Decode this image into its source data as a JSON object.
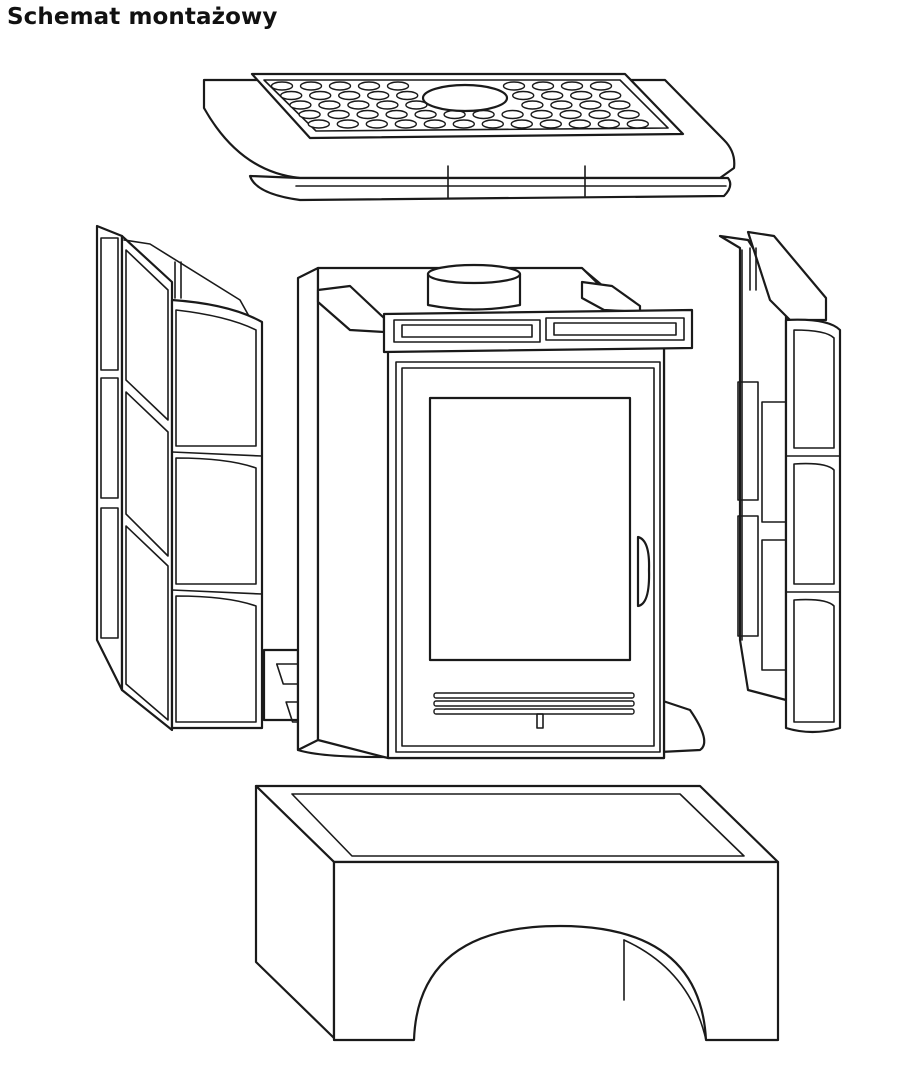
{
  "title": "Schemat montażowy",
  "colors": {
    "line": "#1a1a1a",
    "background": "#ffffff",
    "title": "#111111"
  },
  "parts": [
    "top-grille-plate",
    "left-tile-panel",
    "stove-body",
    "right-tile-panel",
    "base-plinth"
  ]
}
